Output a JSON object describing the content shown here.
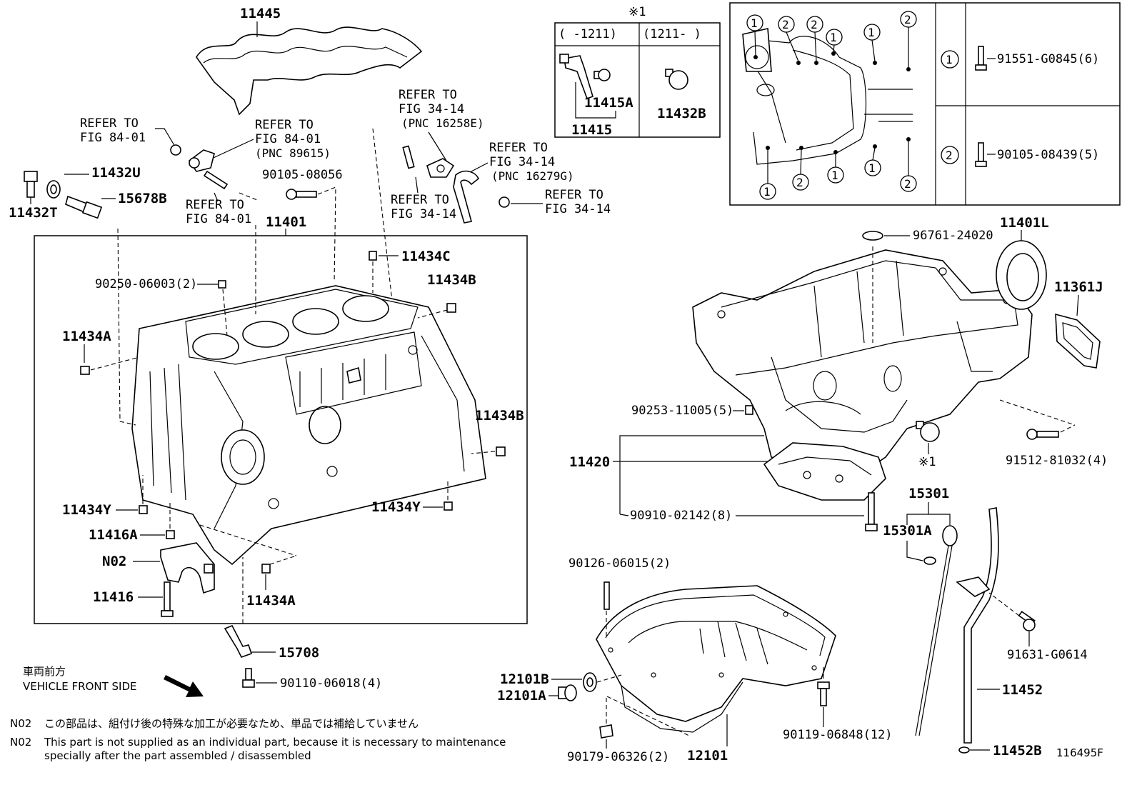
{
  "figure_id": "116495F",
  "labels": {
    "p11445": "11445",
    "p11432U": "11432U",
    "p15678B": "15678B",
    "p11432T": "11432T",
    "p11401": "11401",
    "p90105_08056": "90105-08056",
    "p11434C": "11434C",
    "p11434B_top": "11434B",
    "p11434B_side": "11434B",
    "p11434A_left": "11434A",
    "p11434A_bottom": "11434A",
    "p90250": "90250-06003(2)",
    "p11434Y_left": "11434Y",
    "p11434Y_right": "11434Y",
    "p11416A": "11416A",
    "pN02": "N02",
    "p11416": "11416",
    "p15708": "15708",
    "p90110": "90110-06018(4)",
    "p11415A": "11415A",
    "p11415": "11415",
    "p11432B": "11432B",
    "p11401L": "11401L",
    "p96761": "96761-24020",
    "p11361J": "11361J",
    "p90253": "90253-11005(5)",
    "p11420": "11420",
    "p90910": "90910-02142(8)",
    "p91512": "91512-81032(4)",
    "p15301": "15301",
    "p15301A": "15301A",
    "p90126": "90126-06015(2)",
    "p12101B": "12101B",
    "p12101A": "12101A",
    "p12101": "12101",
    "p90119": "90119-06848(12)",
    "p90179": "90179-06326(2)",
    "p91631": "91631-G0614",
    "p11452": "11452",
    "p11452B": "11452B"
  },
  "refers": {
    "r1": [
      "REFER TO",
      "FIG 84-01"
    ],
    "r2": [
      "REFER TO",
      "FIG 84-01",
      "(PNC 89615)"
    ],
    "r3": [
      "REFER TO",
      "FIG 84-01"
    ],
    "r4": [
      "REFER TO",
      "FIG 34-14",
      "(PNC 16258E)"
    ],
    "r5": [
      "REFER TO",
      "FIG 34-14",
      "(PNC 16279G)"
    ],
    "r6": [
      "REFER TO",
      "FIG 34-14"
    ],
    "r7": [
      "REFER TO",
      "FIG 34-14"
    ]
  },
  "note_mark": "※1",
  "variant_table": {
    "col1": "(     -1211)",
    "col2": "(1211-     )"
  },
  "bolt_legend": {
    "row1": {
      "num": "1",
      "part": "91551-G0845(6)"
    },
    "row2": {
      "num": "2",
      "part": "90105-08439(5)"
    }
  },
  "front_side": {
    "jp": "車両前方",
    "en": "VEHICLE FRONT SIDE"
  },
  "notes": {
    "n1_code": "N02",
    "n1_text": "この部品は、組付け後の特殊な加工が必要なため、単品では補給していません",
    "n2_code": "N02",
    "n2_text1": "This part is not supplied as an individual part, because it is necessary to maintenance",
    "n2_text2": "specially after the part assembled / disassembled"
  }
}
